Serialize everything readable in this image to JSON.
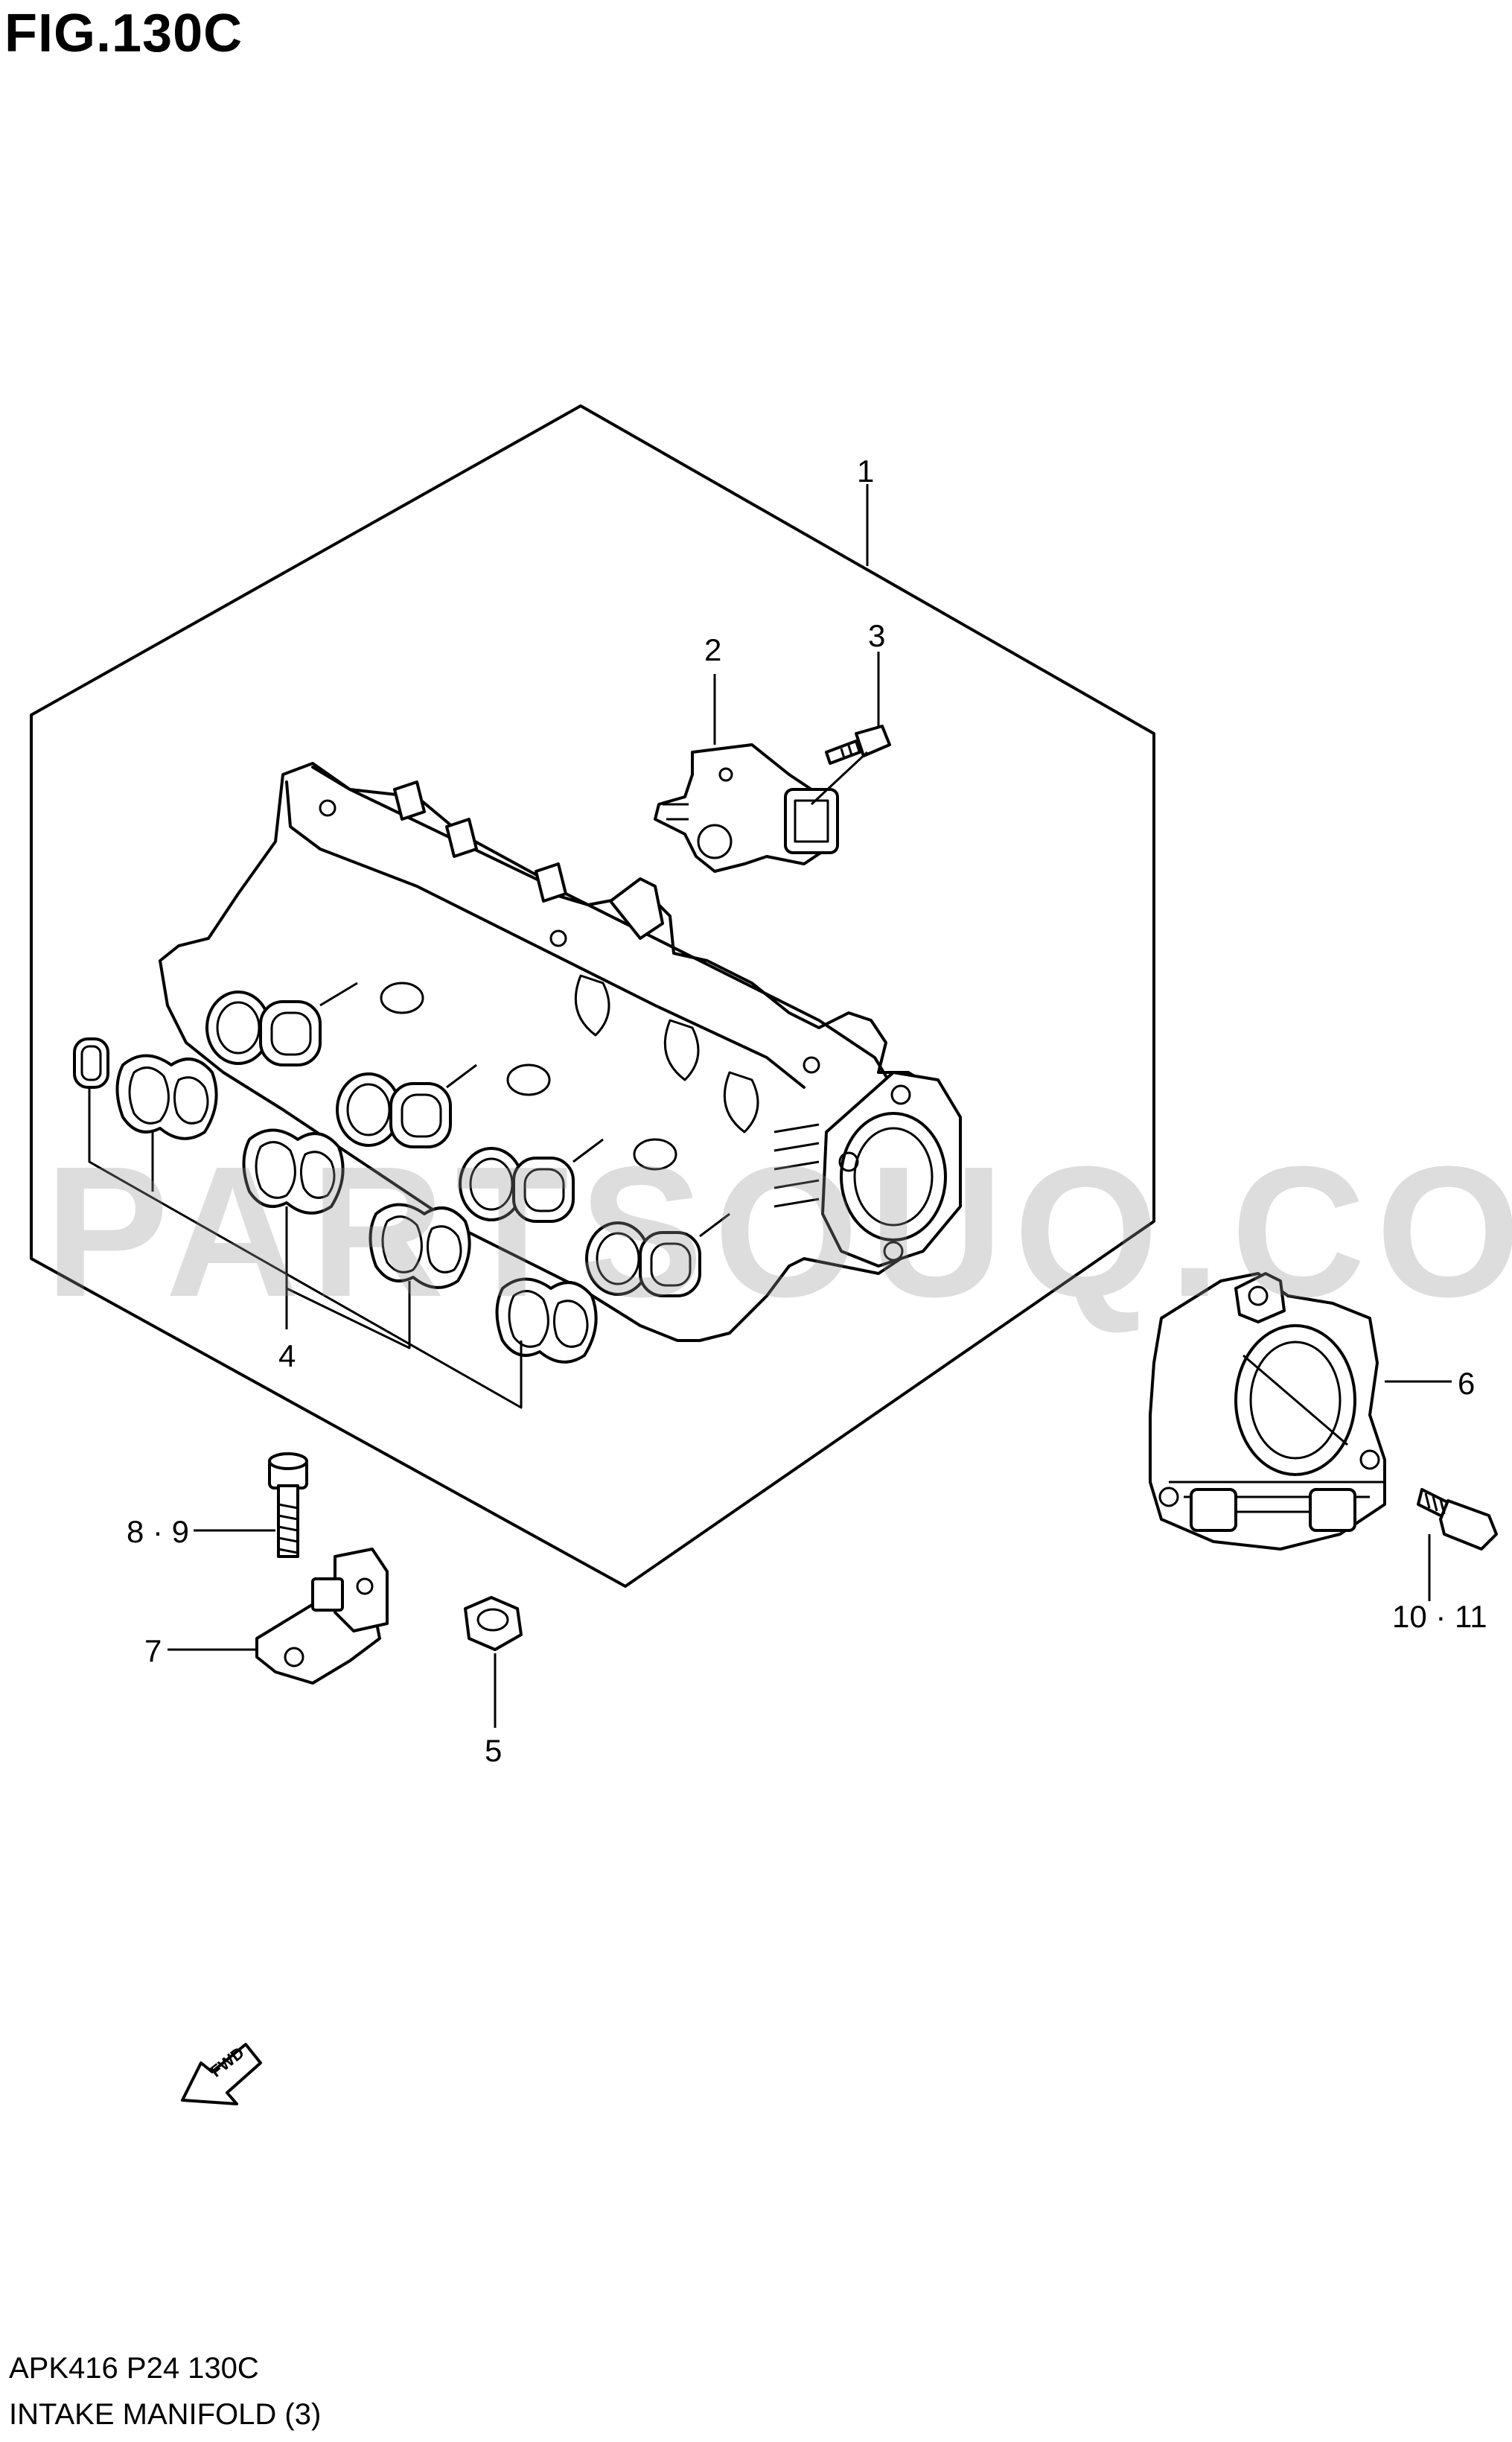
{
  "figure": {
    "title": "FIG.130C",
    "code": "APK416 P24 130C",
    "name": "INTAKE MANIFOLD (3)"
  },
  "callouts": {
    "c1": "1",
    "c2": "2",
    "c3": "3",
    "c4": "4",
    "c5": "5",
    "c6": "6",
    "c7": "7",
    "c8": "8 · 9",
    "c10": "10 · 11"
  },
  "fwd_label": "FWD",
  "watermark": "PARTSOUQ.COM"
}
